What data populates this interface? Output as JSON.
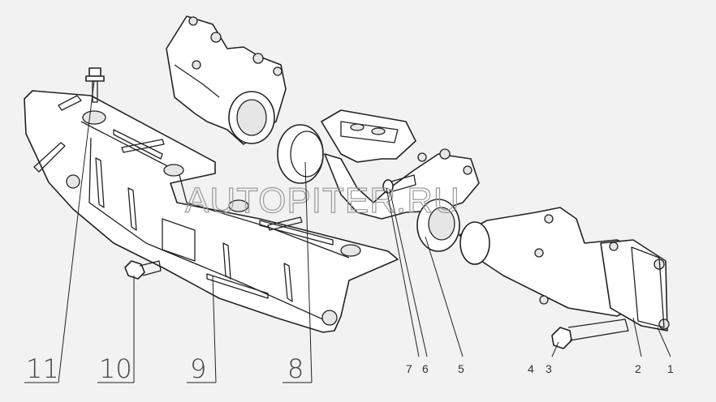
{
  "watermark": "AUTOPITER.RU",
  "callouts": [
    {
      "id": "11",
      "text": "11"
    },
    {
      "id": "10",
      "text": "10"
    },
    {
      "id": "9",
      "text": "9"
    },
    {
      "id": "8",
      "text": "8"
    },
    {
      "id": "7",
      "text": "7"
    },
    {
      "id": "6",
      "text": "6"
    },
    {
      "id": "5",
      "text": "5"
    },
    {
      "id": "4",
      "text": "4"
    },
    {
      "id": "3",
      "text": "3"
    },
    {
      "id": "2",
      "text": "2"
    },
    {
      "id": "1",
      "text": "1"
    }
  ]
}
